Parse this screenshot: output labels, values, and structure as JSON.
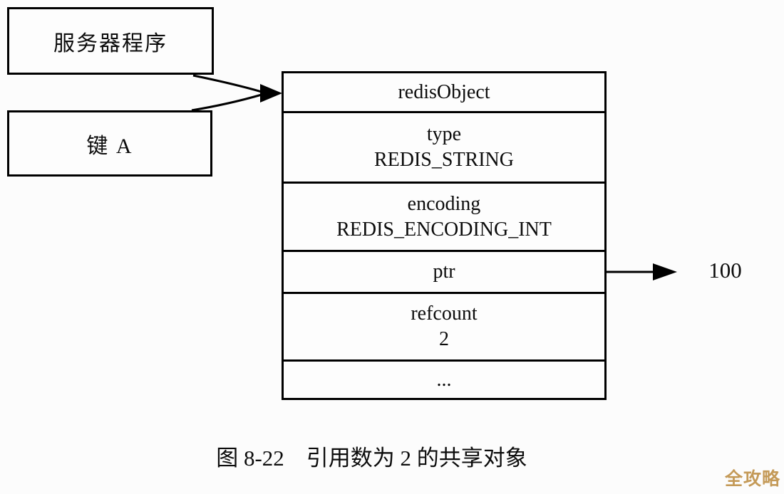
{
  "diagram": {
    "left_boxes": [
      {
        "label": "服务器程序"
      },
      {
        "label": "键 A"
      }
    ],
    "object_table": {
      "rows": [
        {
          "line1": "redisObject",
          "line2": ""
        },
        {
          "line1": "type",
          "line2": "REDIS_STRING"
        },
        {
          "line1": "encoding",
          "line2": "REDIS_ENCODING_INT"
        },
        {
          "line1": "ptr",
          "line2": ""
        },
        {
          "line1": "refcount",
          "line2": "2"
        },
        {
          "line1": "...",
          "line2": ""
        }
      ]
    },
    "ptr_target_value": "100"
  },
  "caption": "图 8-22　引用数为 2 的共享对象",
  "watermark": {
    "text": "全攻略",
    "color": "#c49a58"
  },
  "colors": {
    "line": "#000000",
    "background": "#fcfcfc",
    "box_fill": "#fdfdfd"
  }
}
